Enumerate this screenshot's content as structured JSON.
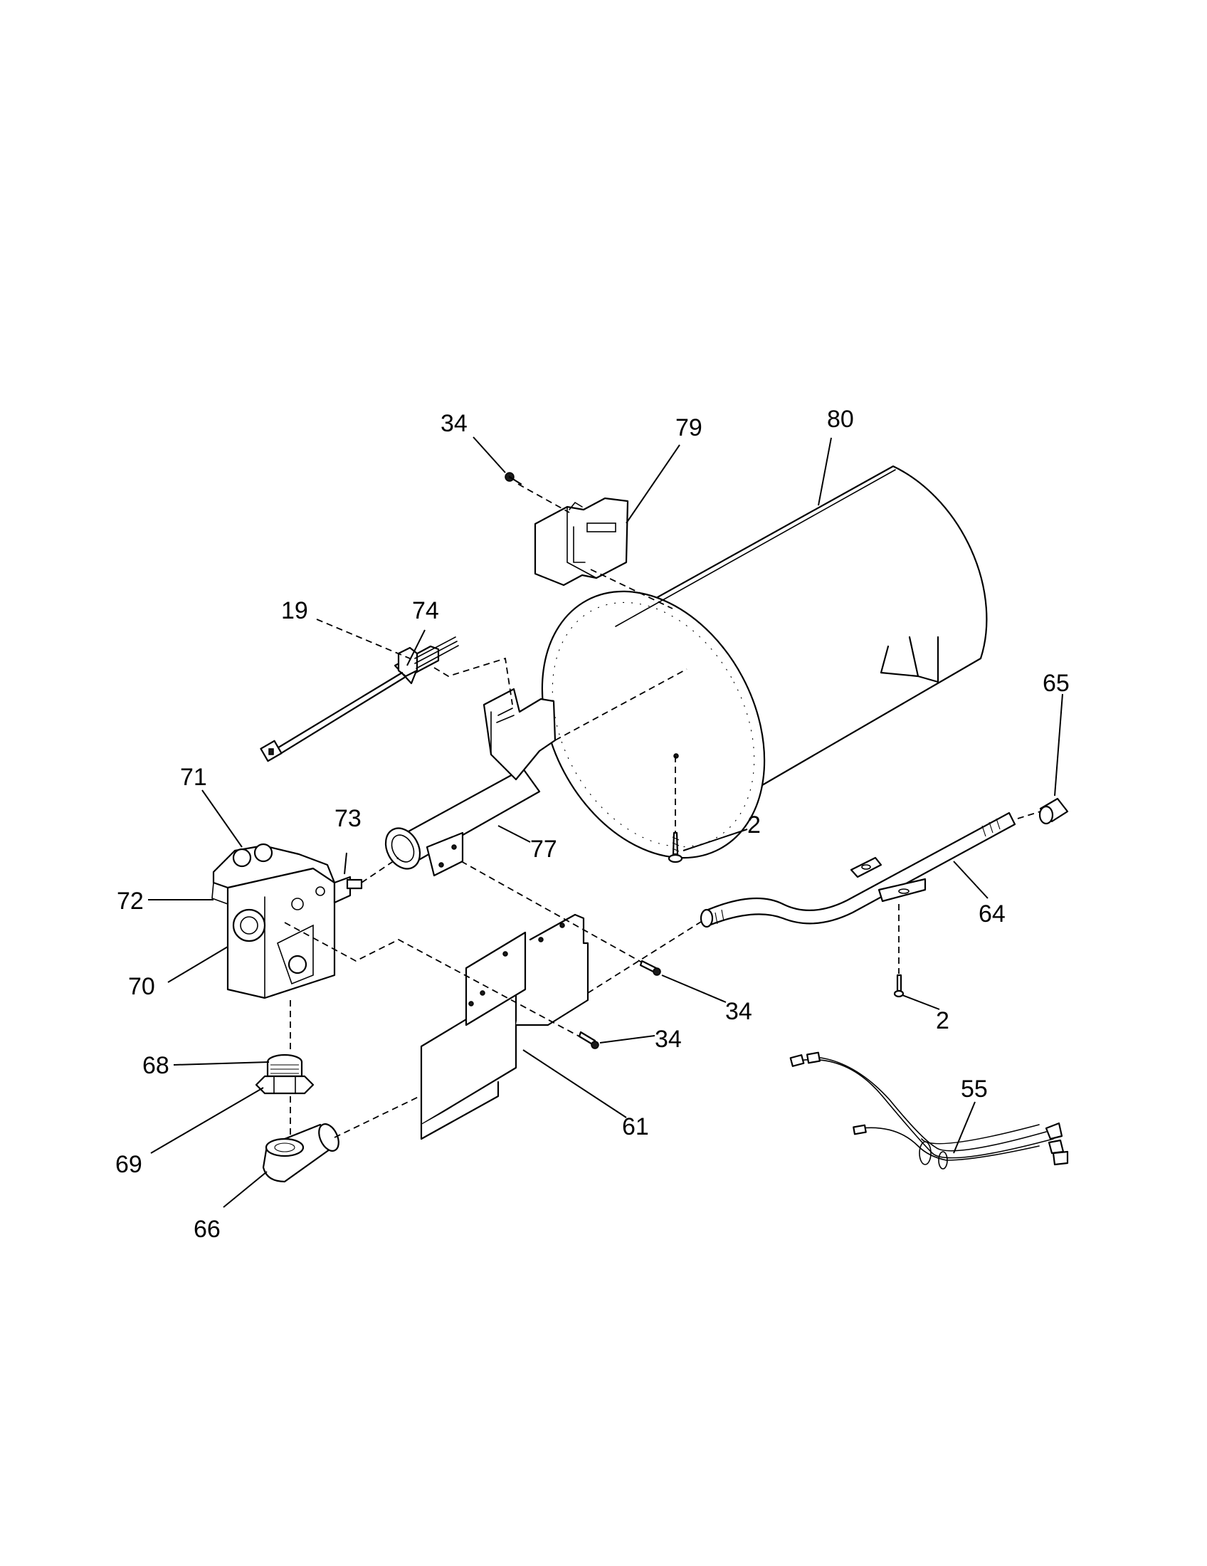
{
  "callouts": [
    {
      "id": "c34a",
      "text": "34"
    },
    {
      "id": "c79",
      "text": "79"
    },
    {
      "id": "c80",
      "text": "80"
    },
    {
      "id": "c19",
      "text": "19"
    },
    {
      "id": "c74",
      "text": "74"
    },
    {
      "id": "c65",
      "text": "65"
    },
    {
      "id": "c71",
      "text": "71"
    },
    {
      "id": "c73",
      "text": "73"
    },
    {
      "id": "c2a",
      "text": "2"
    },
    {
      "id": "c77",
      "text": "77"
    },
    {
      "id": "c72",
      "text": "72"
    },
    {
      "id": "c64",
      "text": "64"
    },
    {
      "id": "c70",
      "text": "70"
    },
    {
      "id": "c34b",
      "text": "34"
    },
    {
      "id": "c2b",
      "text": "2"
    },
    {
      "id": "c34c",
      "text": "34"
    },
    {
      "id": "c68",
      "text": "68"
    },
    {
      "id": "c55",
      "text": "55"
    },
    {
      "id": "c61",
      "text": "61"
    },
    {
      "id": "c69",
      "text": "69"
    },
    {
      "id": "c66",
      "text": "66"
    }
  ]
}
